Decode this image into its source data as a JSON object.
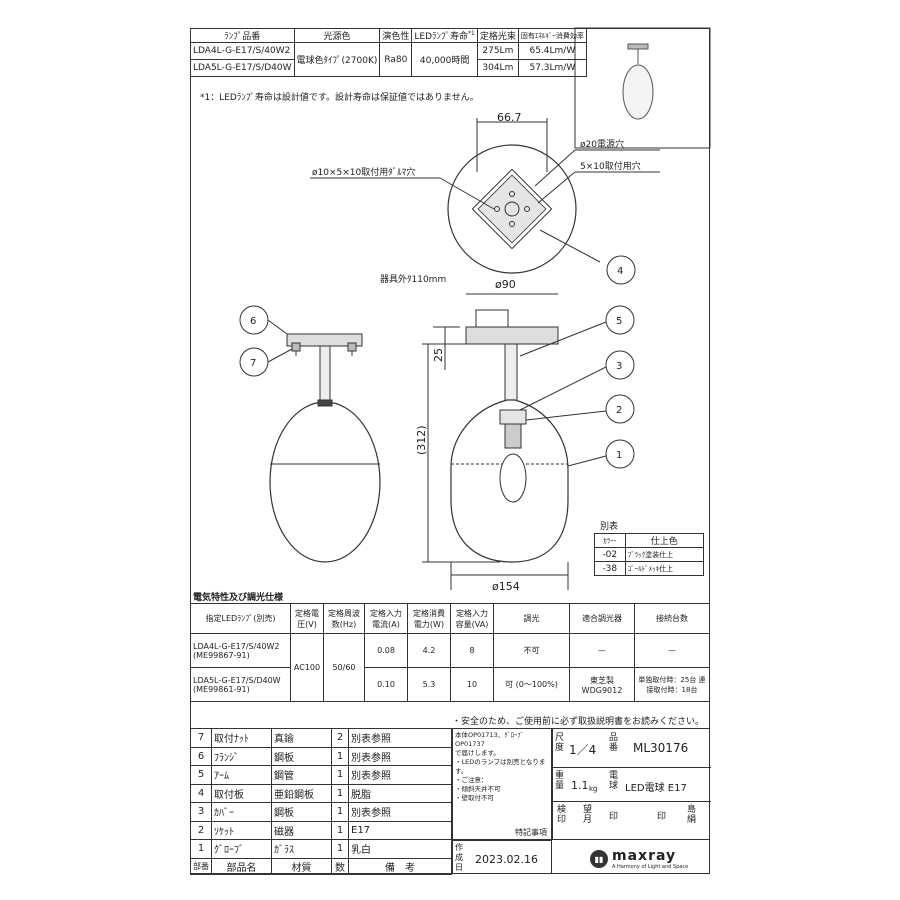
{
  "top_table": {
    "headers": [
      "ﾗﾝﾌﾟ品番",
      "光源色",
      "演色性",
      "LEDﾗﾝﾌﾟ寿命",
      "定格光束",
      "固有ｴﾈﾙｷﾞｰ消費効率"
    ],
    "header_note_mark": "*1",
    "rows": [
      [
        "LDA4L-G-E17/S/40W2",
        "電球色ﾀｲﾌﾟ(2700K)",
        "Ra80",
        "40,000時間",
        "275Lm",
        "65.4Lm/W"
      ],
      [
        "LDA5L-G-E17/S/D40W",
        "",
        "",
        "",
        "304Lm",
        "57.3Lm/W"
      ]
    ],
    "note": "*1：LEDﾗﾝﾌﾟ寿命は設計値です。設計寿命は保証値ではありません。"
  },
  "drawing": {
    "dim_top": "66.7",
    "label_hole_20": "ø20電源穴",
    "label_mount_hole": "5×10取付用穴",
    "label_dummy_hole": "ø10×5×10取付用ﾀﾞﾙﾏ穴",
    "label_overall": "器具外ﾀ110mm",
    "dim_90": "ø90",
    "dim_25": "25",
    "dim_312": "(312)",
    "dim_154": "ø154",
    "balloons": [
      "1",
      "2",
      "3",
      "4",
      "5",
      "6",
      "7"
    ]
  },
  "color_table": {
    "title": "別表",
    "headers": [
      "ｶﾗｰ-",
      "仕上色"
    ],
    "rows": [
      [
        "-02",
        "ﾌﾞﾗｯｸ塗装仕上"
      ],
      [
        "-38",
        "ｺﾞｰﾙﾄﾞﾒｯｷ仕上"
      ]
    ]
  },
  "spec_table": {
    "title": "電気特性及び調光仕様",
    "headers": [
      "指定LEDﾗﾝﾌﾟ(別売)",
      "定格電圧(V)",
      "定格周波数(Hz)",
      "定格入力電流(A)",
      "定格消費電力(W)",
      "定格入力容量(VA)",
      "調光",
      "適合調光器",
      "接続台数"
    ],
    "rows": [
      [
        "LDA4L-G-E17/S/40W2 (ME99867-91)",
        "AC100",
        "50/60",
        "0.08",
        "4.2",
        "8",
        "不可",
        "—",
        "—"
      ],
      [
        "LDA5L-G-E17/S/D40W (ME99861-91)",
        "",
        "",
        "0.10",
        "5.3",
        "10",
        "可 (0〜100%)",
        "東芝製 WDG9012",
        "単独取付時：25台 連接取付時：18台"
      ]
    ]
  },
  "safety_note": "・安全のため、ご使用前に必ず取扱説明書をお読みください。",
  "parts": {
    "headers": [
      "部番",
      "部品名",
      "材質",
      "数",
      "備　考"
    ],
    "rows": [
      [
        "7",
        "取付ﾅｯﾄ",
        "真鍮",
        "2",
        "別表参照"
      ],
      [
        "6",
        "ﾌﾗﾝｼﾞ",
        "鋼板",
        "1",
        "別表参照"
      ],
      [
        "5",
        "ｱｰﾑ",
        "鋼管",
        "1",
        "別表参照"
      ],
      [
        "4",
        "取付板",
        "亜鉛鋼板",
        "1",
        "脱脂"
      ],
      [
        "3",
        "ｶﾊﾞｰ",
        "鋼板",
        "1",
        "別表参照"
      ],
      [
        "2",
        "ｿｹｯﾄ",
        "磁器",
        "1",
        "E17"
      ],
      [
        "1",
        "ｸﾞﾛｰﾌﾞ",
        "ｶﾞﾗｽ",
        "1",
        "乳白"
      ]
    ]
  },
  "notes_box": {
    "lines": [
      "本体OP01713、ｸﾞﾛｰﾌﾞOP01737",
      "で届けします。",
      "・LEDのランプは別売となります。",
      "・ご注意：",
      "・傾斜天井不可",
      "・壁取付不可"
    ],
    "label": "特記事項"
  },
  "title_block": {
    "scale_label": "尺度",
    "scale": "1／4",
    "hinban_label": "品番",
    "hinban": "ML30176",
    "weight_label": "重量",
    "weight": "1.1",
    "weight_unit": "kg",
    "bulb_label": "電球",
    "bulb": "LED電球 E17",
    "date_label": "作成日",
    "date": "2023.02.16",
    "stamps": [
      "検印",
      "望月",
      "印",
      "",
      "印",
      "島絹"
    ],
    "brand": "maxray",
    "brand_sub": "A Harmony of Light and Space"
  }
}
